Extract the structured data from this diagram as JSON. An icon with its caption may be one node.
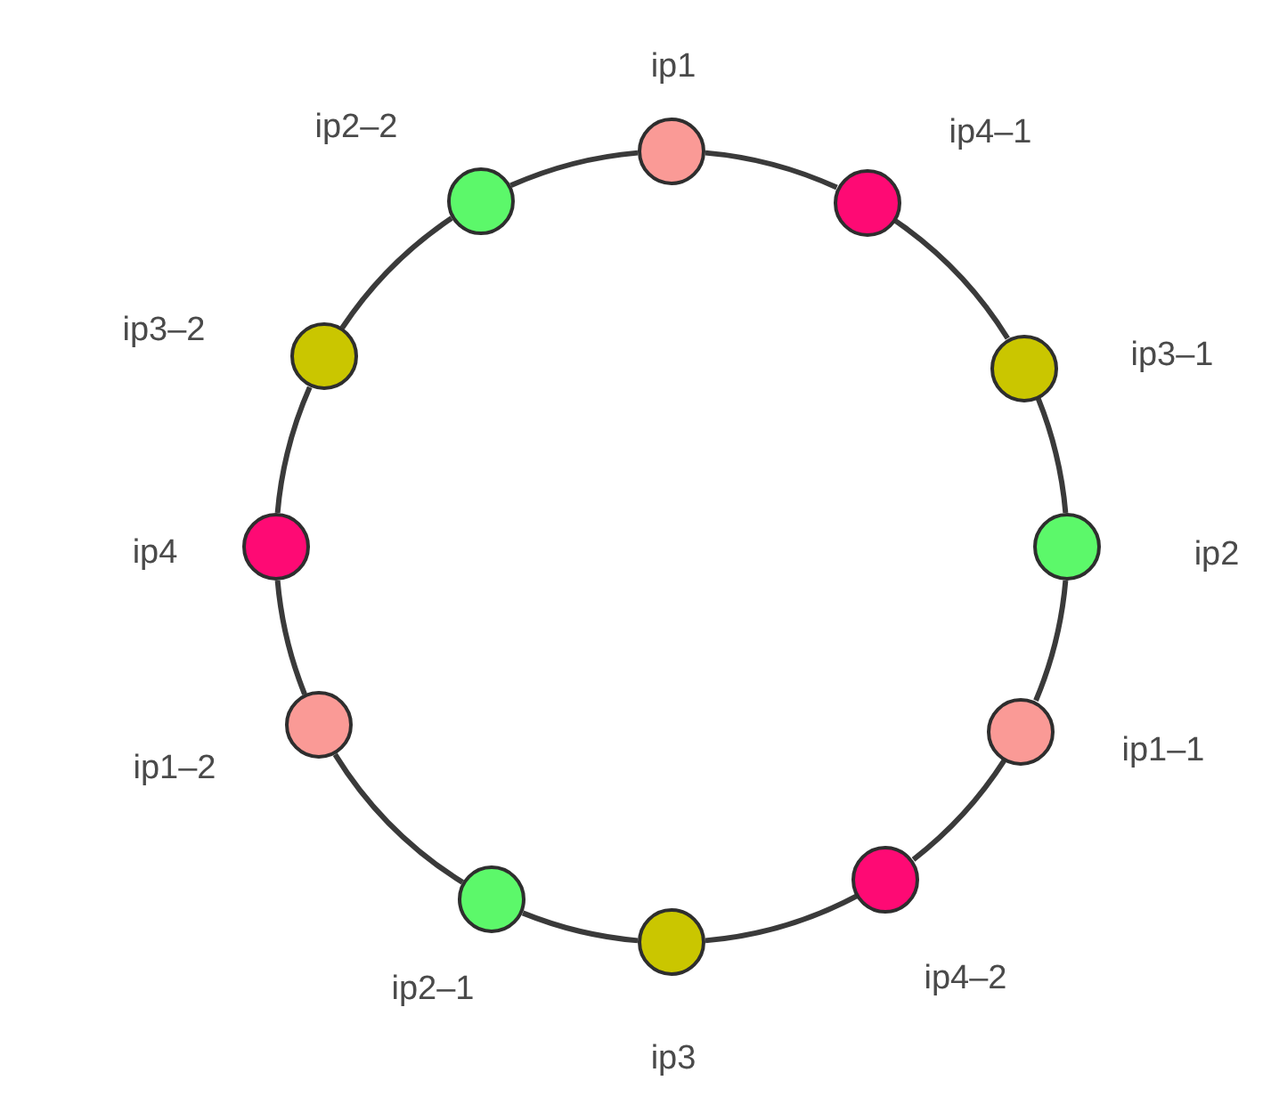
{
  "diagram": {
    "nodes": [
      {
        "text": [],
        "shape": "circle",
        "beside": [
          "ip1"
        ]
      },
      {
        "text": [],
        "shape": "circle",
        "beside": [
          "ip4–1"
        ]
      },
      {
        "text": [],
        "shape": "circle",
        "beside": [
          "ip3–1"
        ]
      },
      {
        "text": [],
        "shape": "circle",
        "beside": [
          "ip2"
        ]
      },
      {
        "text": [],
        "shape": "circle",
        "beside": [
          "ip1–1"
        ]
      },
      {
        "text": [],
        "shape": "circle",
        "beside": [
          "ip4–2"
        ]
      },
      {
        "text": [],
        "shape": "circle",
        "beside": [
          "ip3"
        ]
      },
      {
        "text": [],
        "shape": "circle",
        "beside": [
          "ip2–1"
        ]
      },
      {
        "text": [],
        "shape": "circle",
        "beside": [
          "ip1–2"
        ]
      },
      {
        "text": [],
        "shape": "circle",
        "beside": [
          "ip4"
        ]
      },
      {
        "text": [],
        "shape": "circle",
        "beside": [
          "ip3–2"
        ]
      },
      {
        "text": [],
        "shape": "circle",
        "beside": [
          "ip2–2"
        ]
      }
    ],
    "edges": [
      {
        "from": 0,
        "to": 1,
        "arrow": "none"
      },
      {
        "from": 1,
        "to": 2,
        "arrow": "none"
      },
      {
        "from": 2,
        "to": 3,
        "arrow": "none"
      },
      {
        "from": 3,
        "to": 4,
        "arrow": "none"
      },
      {
        "from": 4,
        "to": 5,
        "arrow": "none"
      },
      {
        "from": 5,
        "to": 6,
        "arrow": "none"
      },
      {
        "from": 6,
        "to": 7,
        "arrow": "none"
      },
      {
        "from": 7,
        "to": 8,
        "arrow": "none"
      },
      {
        "from": 8,
        "to": 9,
        "arrow": "none"
      },
      {
        "from": 9,
        "to": 10,
        "arrow": "none"
      },
      {
        "from": 10,
        "to": 11,
        "arrow": "none"
      },
      {
        "from": 11,
        "to": 0,
        "arrow": "none"
      }
    ]
  }
}
